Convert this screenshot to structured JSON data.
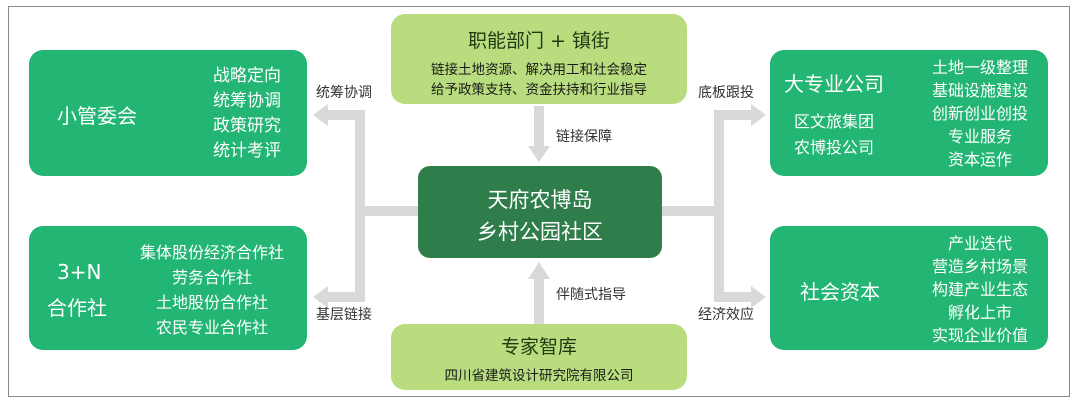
{
  "top": {
    "title": "职能部门 + 镇街",
    "line1": "链接土地资源、解决用工和社会稳定",
    "line2": "给予政策支持、资金扶持和行业指导"
  },
  "bottom": {
    "title": "专家智库",
    "subtitle": "四川省建筑设计研究院有限公司"
  },
  "center": {
    "line1": "天府农博岛",
    "line2": "乡村公园社区"
  },
  "left_top": {
    "title": "小管委会",
    "items": [
      "战略定向",
      "统筹协调",
      "政策研究",
      "统计考评"
    ]
  },
  "left_bottom": {
    "title_line1": "3+N",
    "title_line2": "合作社",
    "items": [
      "集体股份经济合作社",
      "劳务合作社",
      "土地股份合作社",
      "农民专业合作社"
    ]
  },
  "right_top": {
    "title": "大专业公司",
    "sub1": "区文旅集团",
    "sub2": "农博投公司",
    "items": [
      "土地一级整理",
      "基础设施建设",
      "创新创业创投",
      "专业服务",
      "资本运作"
    ]
  },
  "right_bottom": {
    "title": "社会资本",
    "items": [
      "产业迭代",
      "营造乡村场景",
      "构建产业生态",
      "孵化上市",
      "实现企业价值"
    ]
  },
  "connectors": {
    "left_top": "统筹协调",
    "left_bottom": "基层链接",
    "right_top": "底板跟投",
    "right_bottom": "经济效应",
    "top": "链接保障",
    "bottom": "伴随式指导"
  },
  "colors": {
    "box_green": "#22b573",
    "center_dark": "#2e7d4a",
    "light_green": "#b8dc7e",
    "connector_gray": "#d9d9d9"
  }
}
